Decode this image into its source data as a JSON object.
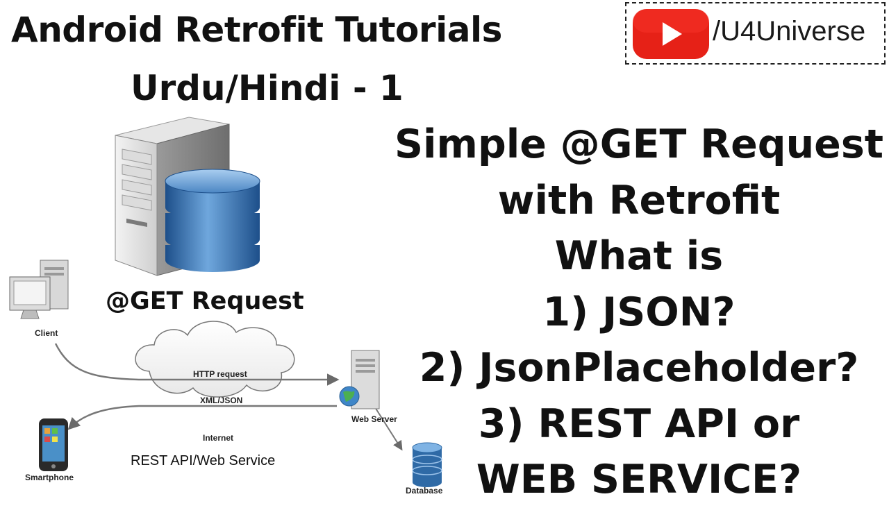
{
  "header": {
    "title_line1": "Android Retrofit Tutorials",
    "title_line2": "Urdu/Hindi - 1"
  },
  "channel": {
    "handle": "/U4Universe",
    "icon": "youtube-play-icon",
    "brand_color": "#e62117"
  },
  "topic_lines": [
    "Simple @GET Request",
    "with Retrofit",
    "What is",
    "1) JSON?",
    "2) JsonPlaceholder?",
    "3) REST API or",
    "WEB SERVICE?"
  ],
  "server_illustration": {
    "label": "@GET Request",
    "icons": [
      "server-tower-icon",
      "database-icon"
    ]
  },
  "diagram": {
    "client_label": "Client",
    "smartphone_label": "Smartphone",
    "http_request_label": "HTTP request",
    "xml_json_label": "XML/JSON",
    "internet_label": "Internet",
    "web_server_label": "Web Server",
    "database_label": "Database",
    "caption": "REST API/Web Service"
  }
}
